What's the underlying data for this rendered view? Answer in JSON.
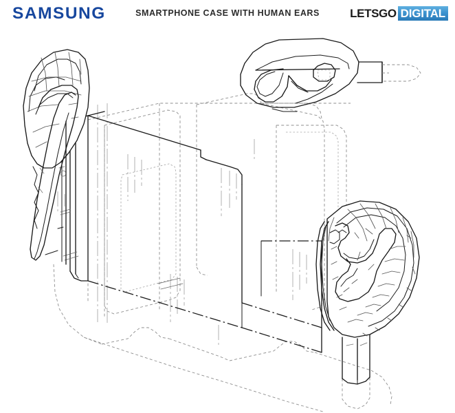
{
  "header": {
    "brand_logo": "SAMSUNG",
    "brand_logo_color": "#17479e",
    "title": "SMARTPHONE CASE WITH HUMAN EARS",
    "watermark": {
      "part1": "LETSGO",
      "part2": "DIGITAL",
      "part1_color": "#1a1a1a",
      "part2_color": "#ffffff",
      "part2_background": "#3d93cf"
    }
  },
  "drawing": {
    "kind": "patent-line-drawing",
    "subject": "smartphone case with human ears",
    "background_color": "#ffffff",
    "solid_line_color": "#1a1a1a",
    "hidden_line_color": "#9a9a9a",
    "texture_line_color": "#5a5a5a",
    "components": [
      {
        "name": "left-ear",
        "description": "human ear shown from behind, attached to left edge of case"
      },
      {
        "name": "right-ear",
        "description": "human ear shown from front with cartilage detail, attached to right edge of case"
      },
      {
        "name": "top-ear-detail",
        "description": "flattened plan view of a human ear with connector tab"
      },
      {
        "name": "case-body",
        "description": "smartphone case shell drawn in isometric perspective"
      },
      {
        "name": "case-hidden-outline",
        "description": "dashed hidden outline of the smartphone inside the case"
      },
      {
        "name": "right-ear-stem",
        "description": "vertical post descending from the right ear"
      },
      {
        "name": "connector-tab",
        "description": "rectangular tab with dashed continuation at top right"
      }
    ]
  }
}
